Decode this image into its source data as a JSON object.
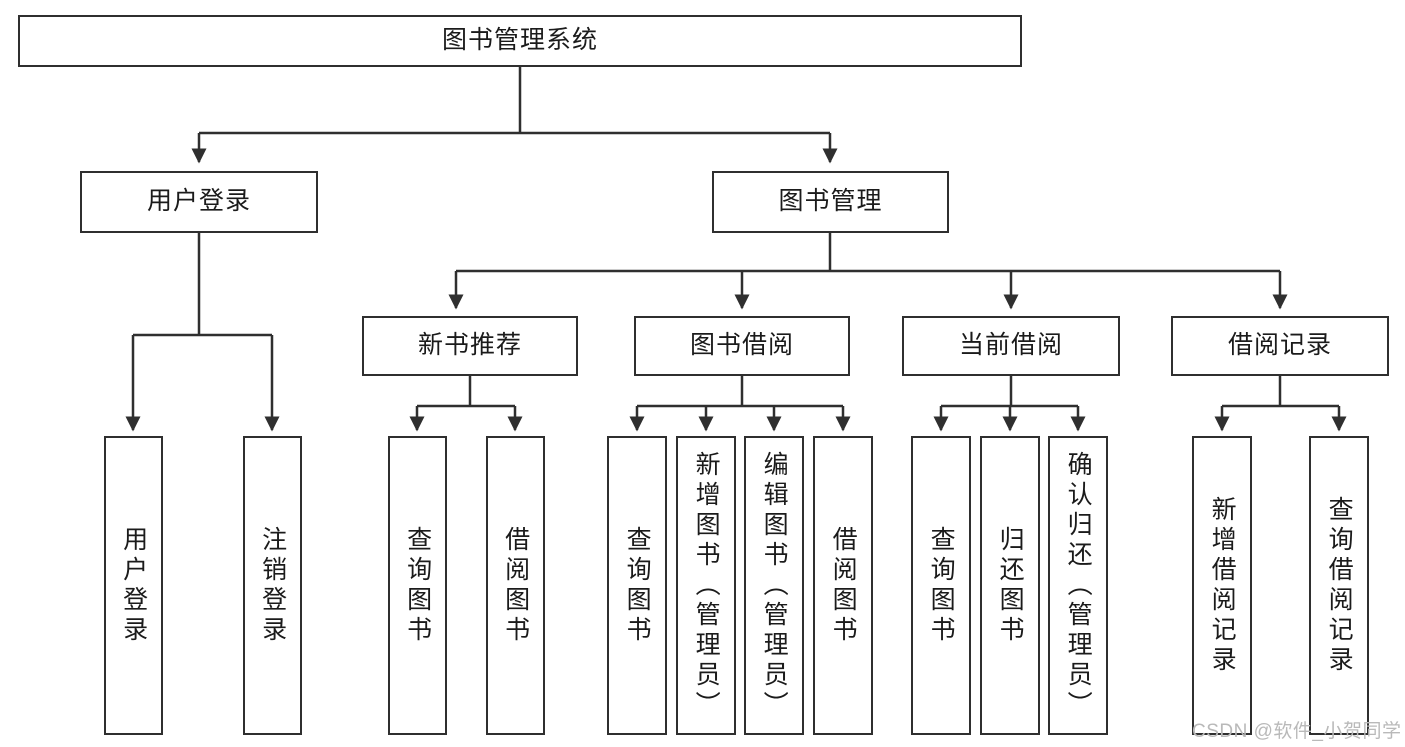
{
  "diagram": {
    "title": "图书管理系统",
    "type": "tree",
    "watermark": "CSDN @软件_小贺同学",
    "colors": {
      "stroke": "#2f2f2f",
      "fill": "#ffffff",
      "text": "#1b1b1b",
      "watermark": "#b9b9b9"
    },
    "root": {
      "label": "图书管理系统"
    },
    "level2": [
      {
        "label": "用户登录"
      },
      {
        "label": "图书管理"
      }
    ],
    "level3": [
      {
        "label": "新书推荐"
      },
      {
        "label": "图书借阅"
      },
      {
        "label": "当前借阅"
      },
      {
        "label": "借阅记录"
      }
    ],
    "leaves": {
      "user_login": [
        {
          "label": "用户登录"
        },
        {
          "label": "注销登录"
        }
      ],
      "new_book": [
        {
          "label": "查询图书"
        },
        {
          "label": "借阅图书"
        }
      ],
      "borrow_book": [
        {
          "label": "查询图书"
        },
        {
          "label": "新增图书（管理员）"
        },
        {
          "label": "编辑图书（管理员）"
        },
        {
          "label": "借阅图书"
        }
      ],
      "current_borrow": [
        {
          "label": "查询图书"
        },
        {
          "label": "归还图书"
        },
        {
          "label": "确认归还（管理员）"
        }
      ],
      "borrow_record": [
        {
          "label": "新增借阅记录"
        },
        {
          "label": "查询借阅记录"
        }
      ]
    }
  }
}
